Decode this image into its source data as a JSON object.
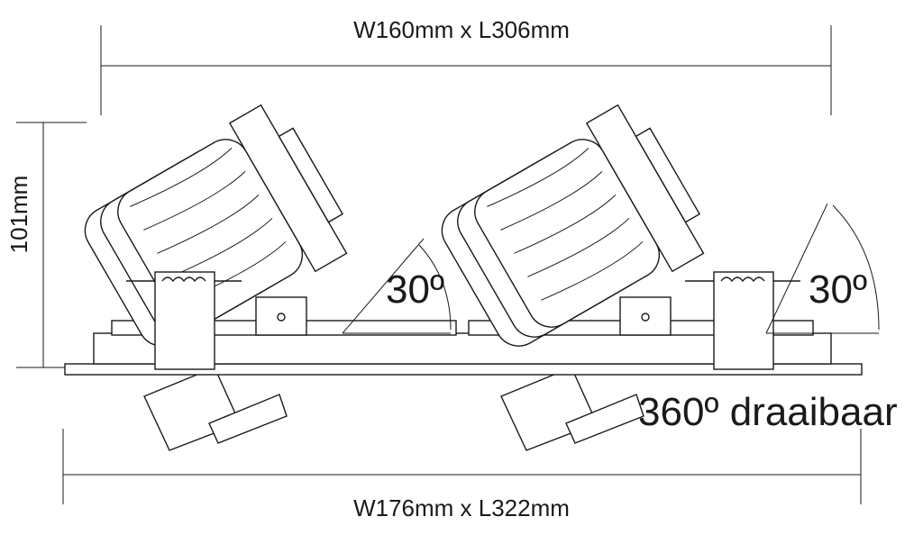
{
  "dimensions": {
    "top": "W160mm x L306mm",
    "bottom": "W176mm x L322mm",
    "height": "101mm"
  },
  "angles": {
    "left": "30º",
    "right": "30º"
  },
  "rotation_note": "360º draaibaar",
  "colors": {
    "line": "#1a1a1a",
    "background": "#ffffff"
  }
}
